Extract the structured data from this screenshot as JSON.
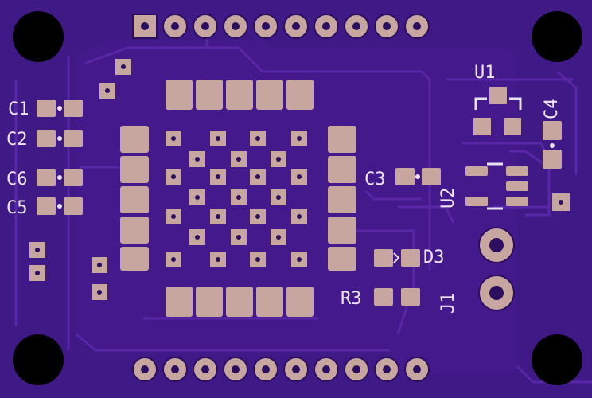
{
  "board": {
    "colors": {
      "substrate": "#3f1a86",
      "copper": "#4b2195",
      "trace": "#5a2aa8",
      "pad": "#c8a6a0",
      "pad_edge": "#2c0f61",
      "drill": "#2b0f5e",
      "silkscreen": "#e9e2f0",
      "mounting_hole": "#000000"
    },
    "labels": {
      "c1": "C1",
      "c2": "C2",
      "c6": "C6",
      "c5": "C5",
      "c3": "C3",
      "u1": "U1",
      "u2": "U2",
      "c4": "C4",
      "d3": "D3",
      "r3": "R3",
      "j1": "J1"
    },
    "icons": [
      "mounting-hole-icon",
      "pin-header-icon",
      "smd-pad-icon",
      "via-icon"
    ]
  }
}
